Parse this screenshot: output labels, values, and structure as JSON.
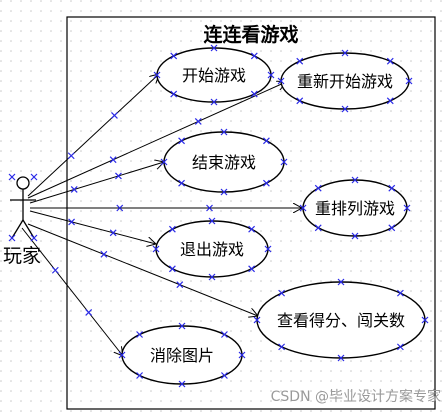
{
  "diagram": {
    "title": "连连看游戏",
    "actor": {
      "label": "玩家"
    },
    "use_cases": [
      {
        "id": "start",
        "label": "开始游戏"
      },
      {
        "id": "restart",
        "label": "重新开始游戏"
      },
      {
        "id": "end",
        "label": "结束游戏"
      },
      {
        "id": "rearrange",
        "label": "重排列游戏"
      },
      {
        "id": "quit",
        "label": "退出游戏"
      },
      {
        "id": "score",
        "label": "查看得分、闯关数"
      },
      {
        "id": "eliminate",
        "label": "消除图片"
      }
    ]
  },
  "watermark": "CSDN @毕业设计方案专家"
}
